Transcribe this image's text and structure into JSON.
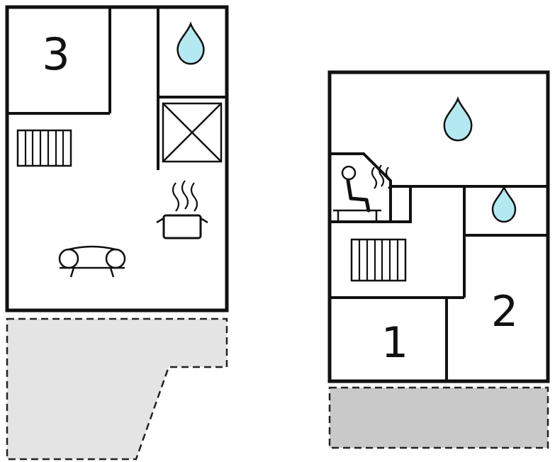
{
  "page": {
    "background": "#ffffff",
    "description": "Two-storey holiday home floor plan"
  },
  "colors": {
    "wall": "#111111",
    "drop_fill": "#b5e9f2",
    "terrace_left_fill": "#e4e4e4",
    "terrace_right_fill": "#c9c9c9"
  },
  "left_plan": {
    "rooms": [
      {
        "label": "3"
      }
    ],
    "icons": [
      "water-drop",
      "shower-cross",
      "radiator",
      "stove-with-steam",
      "sofa"
    ],
    "terrace": {
      "style": "dashed-outline",
      "shape": "irregular-polygon"
    }
  },
  "right_plan": {
    "rooms": [
      {
        "label": "1"
      },
      {
        "label": "2"
      }
    ],
    "icons": [
      "water-drop",
      "water-drop",
      "sauna-person-with-steam",
      "radiator"
    ],
    "terrace": {
      "style": "dashed-outline",
      "shape": "rectangle"
    }
  }
}
